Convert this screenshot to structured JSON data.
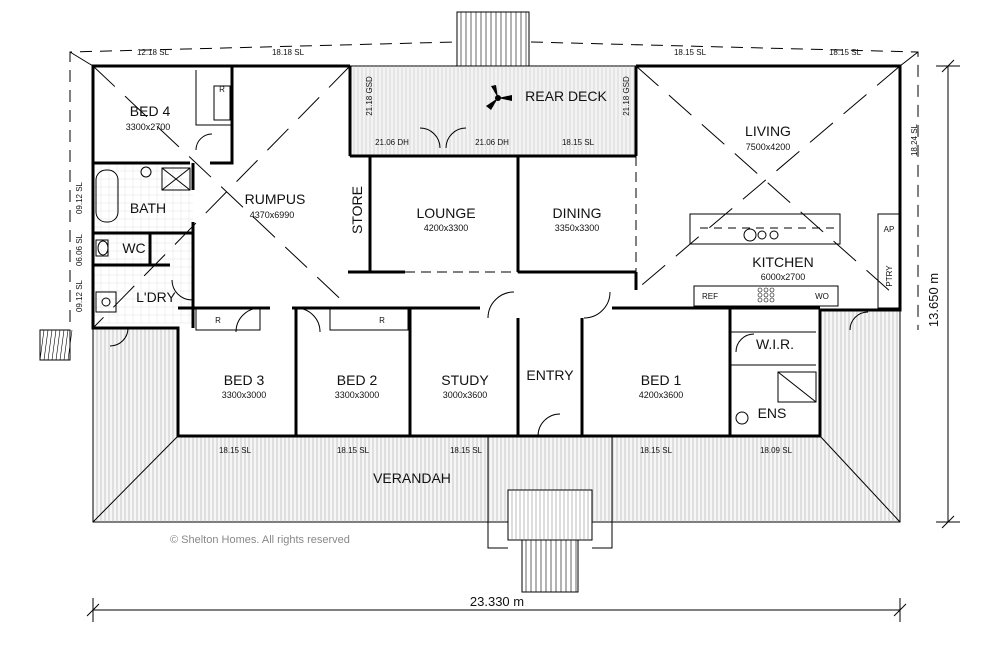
{
  "rooms": {
    "bed4": {
      "name": "BED 4",
      "size": "3300x2700"
    },
    "rumpus": {
      "name": "RUMPUS",
      "size": "4370x6990"
    },
    "rear_deck": {
      "name": "REAR DECK"
    },
    "living": {
      "name": "LIVING",
      "size": "7500x4200"
    },
    "bath": {
      "name": "BATH"
    },
    "wc": {
      "name": "WC"
    },
    "ldry": {
      "name": "L'DRY"
    },
    "store": {
      "name": "STORE"
    },
    "lounge": {
      "name": "LOUNGE",
      "size": "4200x3300"
    },
    "dining": {
      "name": "DINING",
      "size": "3350x3300"
    },
    "kitchen": {
      "name": "KITCHEN",
      "size": "6000x2700"
    },
    "bed3": {
      "name": "BED 3",
      "size": "3300x3000"
    },
    "bed2": {
      "name": "BED 2",
      "size": "3300x3000"
    },
    "study": {
      "name": "STUDY",
      "size": "3000x3600"
    },
    "entry": {
      "name": "ENTRY"
    },
    "bed1": {
      "name": "BED 1",
      "size": "4200x3600"
    },
    "wir": {
      "name": "W.I.R."
    },
    "ens": {
      "name": "ENS"
    },
    "verandah": {
      "name": "VERANDAH"
    }
  },
  "fixtures": {
    "ref": "REF",
    "wo": "WO",
    "ap": "AP",
    "ptry": "PTRY",
    "robe_r1": "R",
    "robe_r2": "R",
    "robe_r3": "R"
  },
  "windows": {
    "top_1": "12.18 SL",
    "top_2": "18.18 SL",
    "top_3": "18.15 SL",
    "top_4": "18.15 SL",
    "deck_gsd_left": "21.18 GSD",
    "deck_gsd_right": "21.18 GSD",
    "deck_dh_1": "21.06 DH",
    "deck_dh_2": "21.06 DH",
    "deck_sl": "18.15 SL",
    "right_sl": "18.24 SL",
    "left_1": "09.12 SL",
    "left_2": "06.06 SL",
    "left_3": "09.12 SL",
    "bottom_1": "18.15 SL",
    "bottom_2": "18.15 SL",
    "bottom_3": "18.15 SL",
    "bottom_4": "18.15 SL",
    "bottom_5": "18.09 SL"
  },
  "dimensions": {
    "width": "23.330 m",
    "depth": "13.650 m"
  },
  "copyright": "© Shelton Homes. All rights reserved"
}
